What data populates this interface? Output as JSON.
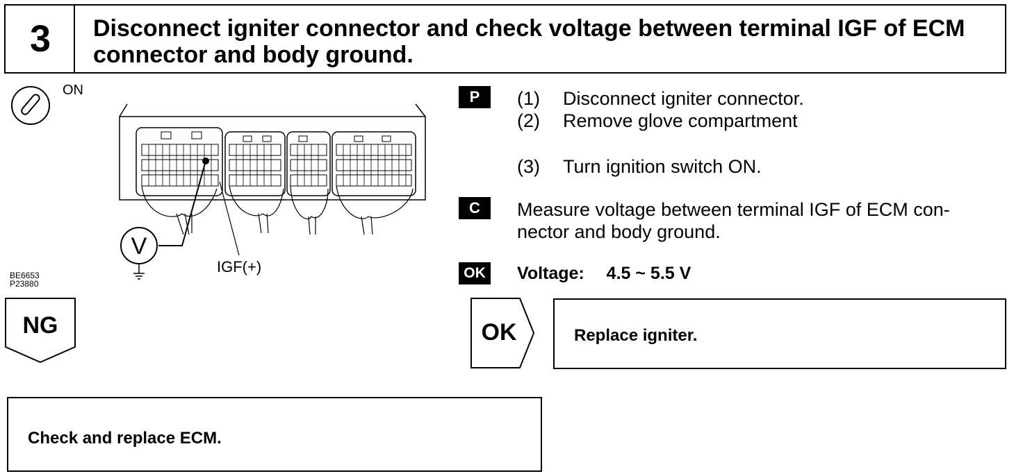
{
  "header": {
    "step_number": "3",
    "title": "Disconnect igniter connector and check voltage between terminal IGF of ECM connector and body ground."
  },
  "figure": {
    "ignition_label": "ON",
    "voltmeter_symbol": "V",
    "terminal_label": "IGF(+)",
    "figure_codes": [
      "BE6653",
      "P23880"
    ]
  },
  "procedure": {
    "prep_badge": "P",
    "steps": [
      {
        "num": "(1)",
        "text": "Disconnect igniter connector."
      },
      {
        "num": "(2)",
        "text": "Remove glove compartment"
      },
      {
        "num": "(3)",
        "text": "Turn ignition switch ON."
      }
    ],
    "check_badge": "C",
    "check_text_line1": "Measure voltage between terminal IGF of ECM con-",
    "check_text_line2": "nector and body ground.",
    "ok_badge": "OK",
    "spec_label": "Voltage:",
    "spec_value": "4.5 ~ 5.5 V"
  },
  "results": {
    "ng_label": "NG",
    "ng_action": "Check and replace ECM.",
    "ok_label": "OK",
    "ok_action": "Replace igniter."
  }
}
